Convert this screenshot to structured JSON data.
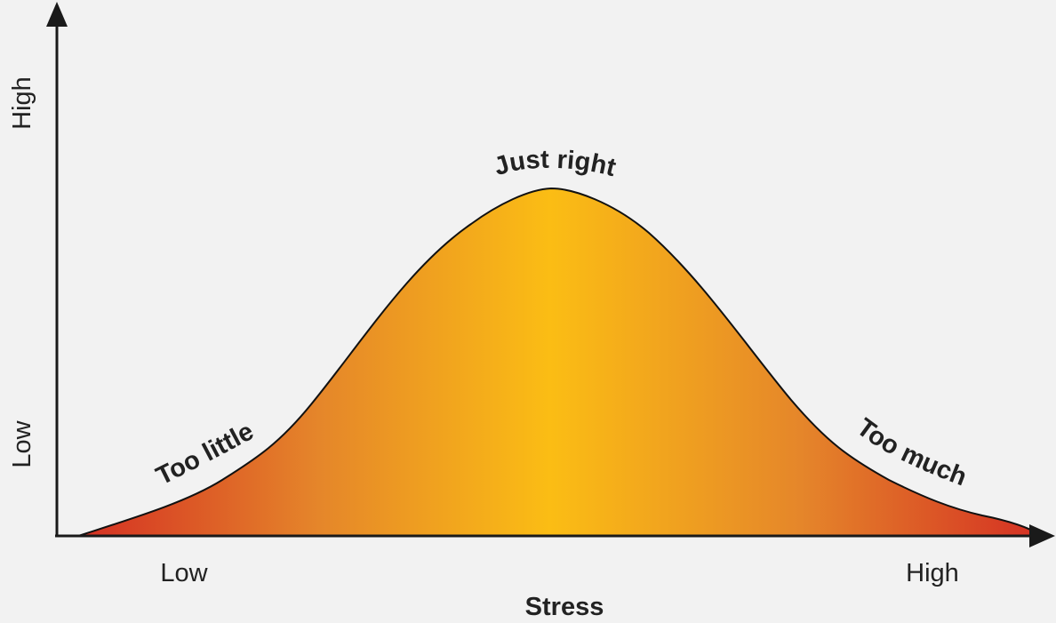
{
  "x_axis": {
    "title": "Stress",
    "low_label": "Low",
    "high_label": "High"
  },
  "y_axis": {
    "low_label": "Low",
    "high_label": "High"
  },
  "curve_labels": {
    "left": "Too little",
    "peak": "Just right",
    "right": "Too much"
  },
  "colors": {
    "fill_edge": "#d42f23",
    "fill_mid": "#e5862a",
    "fill_center": "#fbbd14",
    "axis": "#1a1a1a",
    "background": "#f2f2f2"
  }
}
